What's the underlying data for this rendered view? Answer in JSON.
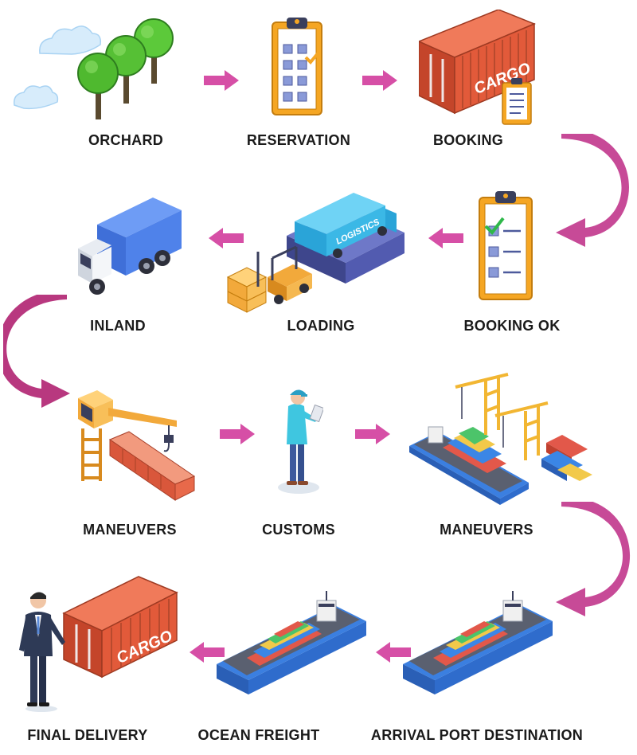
{
  "steps": [
    {
      "label": "ORCHARD",
      "illustration": "trees-icon"
    },
    {
      "label": "RESERVATION",
      "illustration": "clipboard-icon"
    },
    {
      "label": "BOOKING",
      "illustration": "cargo-container-icon"
    },
    {
      "label": "BOOKING OK",
      "illustration": "clipboard-check-icon"
    },
    {
      "label": "LOADING",
      "illustration": "logistics-truck-forklift-icon"
    },
    {
      "label": "INLAND",
      "illustration": "truck-icon"
    },
    {
      "label": "MANEUVERS",
      "illustration": "crane-icon"
    },
    {
      "label": "CUSTOMS",
      "illustration": "inspector-icon"
    },
    {
      "label": "MANEUVERS",
      "illustration": "port-cranes-ship-icon"
    },
    {
      "label": "ARRIVAL PORT DESTINATION",
      "illustration": "cargo-ship-icon"
    },
    {
      "label": "OCEAN FREIGHT",
      "illustration": "cargo-ship-icon"
    },
    {
      "label": "FINAL DELIVERY",
      "illustration": "businessman-container-icon"
    }
  ],
  "illustration_text": {
    "cargo": "CARGO",
    "logistics": "LOGISTICS"
  },
  "colors": {
    "arrow": "#d64fa6",
    "curve_dark": "#a6336f",
    "curve_light": "#d95aa8",
    "label": "#1a1a1a"
  }
}
